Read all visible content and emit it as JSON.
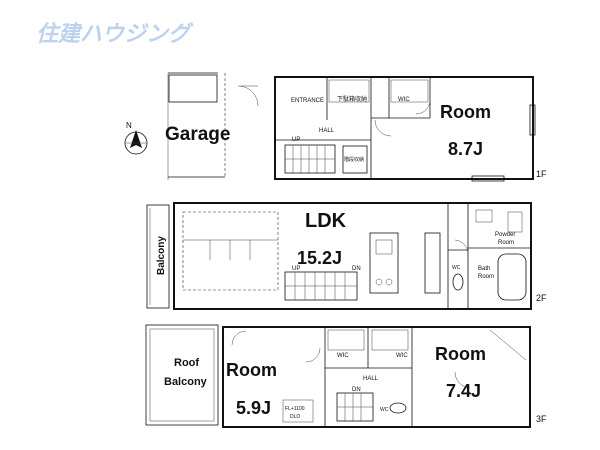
{
  "brand": {
    "name": "住建ハウジング",
    "color": "#bcd3f0"
  },
  "compass": {
    "north": "N"
  },
  "floor1": {
    "label": "1F",
    "garage": "Garage",
    "entrance": "ENTRANCE",
    "shoe_storage": "下駄箱収納",
    "wic": "WIC",
    "hall": "HALL",
    "up": "UP",
    "stair_storage": "階段収納",
    "room_name": "Room",
    "room_size": "8.7J"
  },
  "floor2": {
    "label": "2F",
    "balcony": "Balcony",
    "ldk_name": "LDK",
    "ldk_size": "15.2J",
    "up": "UP",
    "dn": "DN",
    "powder_room_1": "Powder",
    "powder_room_2": "Room",
    "bath_1": "Bath",
    "bath_2": "Room",
    "wc": "WC"
  },
  "floor3": {
    "label": "3F",
    "roof_balcony_1": "Roof",
    "roof_balcony_2": "Balcony",
    "room_a_name": "Room",
    "room_a_size": "5.9J",
    "room_b_name": "Room",
    "room_b_size": "7.4J",
    "wic_a": "WIC",
    "wic_b": "WIC",
    "hall": "HALL",
    "dn": "DN",
    "wc": "WC",
    "loft_1": "FL+1100",
    "loft_2": "DLO"
  }
}
